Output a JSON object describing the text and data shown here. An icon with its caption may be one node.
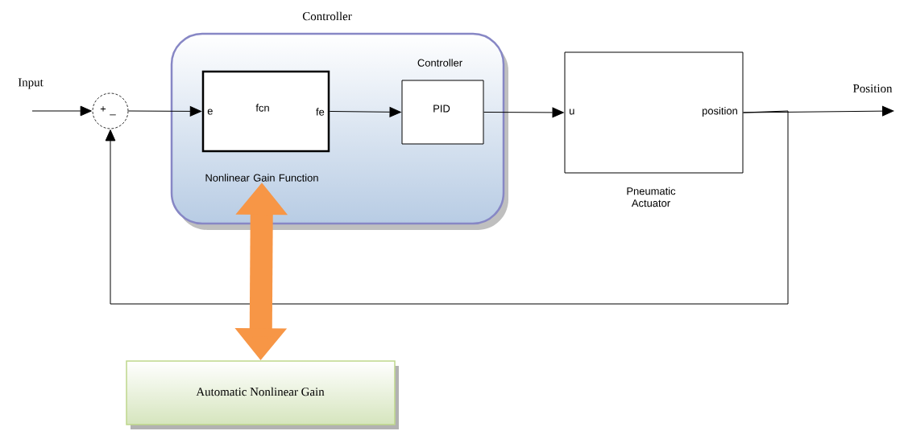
{
  "diagram": {
    "nodes": [
      {
        "text": [
          "Controller"
        ]
      },
      {
        "text": [
          "+",
          "_"
        ]
      },
      {
        "text": [
          "e",
          "fcn",
          "fe"
        ],
        "beside": [
          "Nonlinear Gain Function"
        ],
        "in": 0
      },
      {
        "text": [
          "PID"
        ],
        "beside": [
          "Controller"
        ],
        "in": 0
      },
      {
        "text": [
          "u",
          "position"
        ],
        "beside": [
          "Pneumatic Actuator"
        ]
      },
      {
        "text": [
          "Automatic Nonlinear  Gain"
        ]
      }
    ],
    "edges": [
      {
        "from": null,
        "to": 1,
        "arrow": "to"
      },
      {
        "from": 1,
        "to": 2,
        "arrow": "to"
      },
      {
        "from": 2,
        "to": 3,
        "arrow": "to"
      },
      {
        "from": 3,
        "to": 4,
        "arrow": "to"
      },
      {
        "from": 4,
        "to": null,
        "arrow": "to"
      },
      {
        "from": 4,
        "to": 1,
        "arrow": "to"
      },
      {
        "from": 5,
        "to": 2,
        "arrow": "both",
        "style": "thick",
        "color": "#f79646"
      }
    ],
    "labels": [
      "Input",
      "Position"
    ]
  }
}
